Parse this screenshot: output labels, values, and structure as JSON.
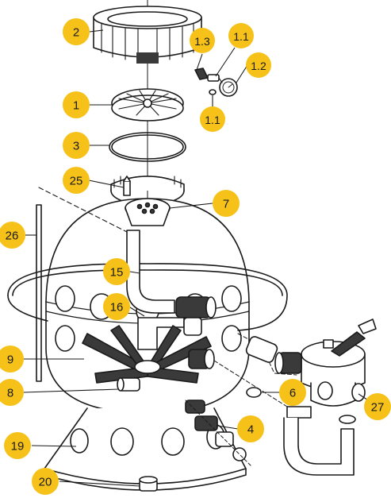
{
  "diagram": {
    "colors": {
      "callout_fill": "#f6c21a",
      "line": "#1a1a1a",
      "part_fill": "#ffffff",
      "shade": "#3a3a3a"
    },
    "callouts": [
      {
        "id": "c2",
        "label": "2"
      },
      {
        "id": "c1",
        "label": "1"
      },
      {
        "id": "c3",
        "label": "3"
      },
      {
        "id": "c25",
        "label": "25"
      },
      {
        "id": "c7",
        "label": "7"
      },
      {
        "id": "c26",
        "label": "26"
      },
      {
        "id": "c15",
        "label": "15"
      },
      {
        "id": "c16",
        "label": "16"
      },
      {
        "id": "c9",
        "label": "9"
      },
      {
        "id": "c8",
        "label": "8"
      },
      {
        "id": "c19",
        "label": "19"
      },
      {
        "id": "c20",
        "label": "20"
      },
      {
        "id": "c6",
        "label": "6"
      },
      {
        "id": "c4",
        "label": "4"
      },
      {
        "id": "c27",
        "label": "27"
      },
      {
        "id": "c1_3",
        "label": "1.3"
      },
      {
        "id": "c1_1a",
        "label": "1.1"
      },
      {
        "id": "c1_2",
        "label": "1.2"
      },
      {
        "id": "c1_1b",
        "label": "1.1"
      }
    ]
  }
}
